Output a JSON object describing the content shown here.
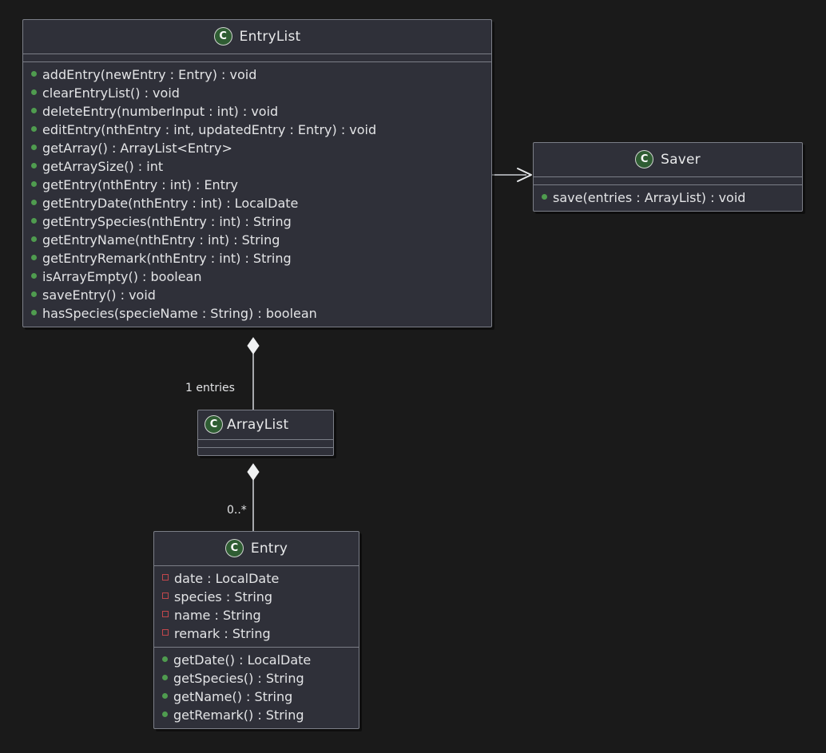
{
  "diagram": {
    "type": "uml-class-diagram",
    "background_color": "#1a1a1a",
    "class_box_color": "#2f3039",
    "border_color": "#7b7e87",
    "public_marker_color": "#4f9c4f",
    "private_marker_color": "#c2474c",
    "class_badge_letter": "C",
    "class_badge_color": "#2f5d33"
  },
  "classes": {
    "entrylist": {
      "name": "EntryList",
      "attributes": [],
      "methods": [
        "addEntry(newEntry : Entry) : void",
        "clearEntryList() : void",
        "deleteEntry(numberInput : int) : void",
        "editEntry(nthEntry : int, updatedEntry : Entry) : void",
        "getArray() : ArrayList<Entry>",
        "getArraySize() : int",
        "getEntry(nthEntry : int) : Entry",
        "getEntryDate(nthEntry : int) : LocalDate",
        "getEntrySpecies(nthEntry : int) : String",
        "getEntryName(nthEntry : int) : String",
        "getEntryRemark(nthEntry : int) : String",
        "isArrayEmpty() : boolean",
        "saveEntry() : void",
        "hasSpecies(specieName : String) : boolean"
      ]
    },
    "saver": {
      "name": "Saver",
      "attributes": [],
      "methods": [
        "save(entries : ArrayList) : void"
      ]
    },
    "arraylist": {
      "name": "ArrayList",
      "attributes": [],
      "methods": []
    },
    "entry": {
      "name": "Entry",
      "attributes": [
        "date : LocalDate",
        "species : String",
        "name : String",
        "remark : String"
      ],
      "methods": [
        "getDate() : LocalDate",
        "getSpecies() : String",
        "getName() : String",
        "getRemark() : String"
      ]
    }
  },
  "relationships": [
    {
      "from": "EntryList",
      "to": "Saver",
      "kind": "association",
      "label": ""
    },
    {
      "from": "EntryList",
      "to": "ArrayList",
      "kind": "aggregation",
      "label": "1 entries"
    },
    {
      "from": "ArrayList",
      "to": "Entry",
      "kind": "aggregation",
      "label": "0..*"
    }
  ]
}
